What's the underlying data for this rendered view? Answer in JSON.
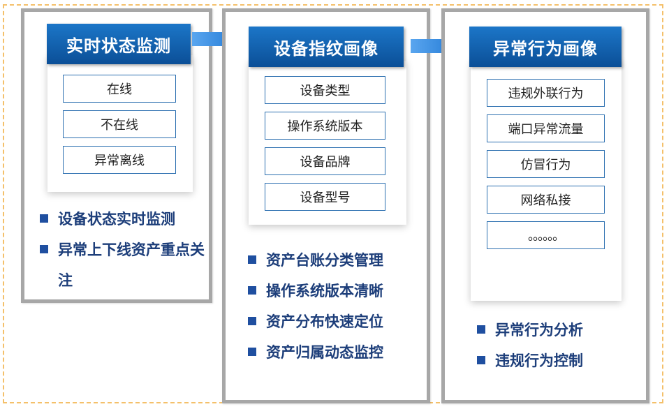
{
  "stages": [
    {
      "title": "实时状态监测",
      "items": [
        "在线",
        "不在线",
        "异常离线"
      ],
      "bullets": [
        "设备状态实时监测",
        "异常上下线资产重点关注"
      ]
    },
    {
      "title": "设备指纹画像",
      "items": [
        "设备类型",
        "操作系统版本",
        "设备品牌",
        "设备型号"
      ],
      "bullets": [
        "资产台账分类管理",
        "操作系统版本清晰",
        "资产分布快速定位",
        "资产归属动态监控"
      ]
    },
    {
      "title": "异常行为画像",
      "items": [
        "违规外联行为",
        "端口异常流量",
        "仿冒行为",
        "网络私接",
        "。。。。。。"
      ],
      "bullets": [
        "异常行为分析",
        "违规行为控制"
      ]
    }
  ],
  "colors": {
    "title_bg": "#0b5aa8",
    "item_border": "#2c6fb0",
    "bullet_text": "#1d3e7a",
    "panel_border": "#a7a7a7",
    "dashed_border": "#f4c06a",
    "arrow": "#1a73d1"
  }
}
